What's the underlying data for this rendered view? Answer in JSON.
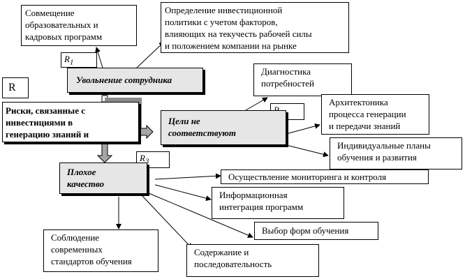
{
  "nodes": {
    "box_combination": "Совмещение\nобразовательных и\nкадровых программ",
    "box_investment_policy": "Определение инвестиционной\nполитики с учетом факторов,\nвлияющих на текучесть рабочей силы\nи положением компании на рынке",
    "node_dismissal": "Увольнение сотрудника",
    "box_diagnostics": "Диагностика\nпотребностей",
    "box_risks": "Риски, связанные с\nинвестициями в\nгенерацию знаний и",
    "node_goals": "Цели не\nсоответствуют",
    "box_architectonics": "Архитектоника\nпроцесса генерации\nи передачи знаний",
    "box_individual_plans": "Индивидуальные планы\nобучения и развития",
    "node_poor_quality": "Плохое\nкачество",
    "box_monitoring": "Осуществление мониторинга и контроля",
    "box_info_integration": "Информационная\nинтеграция программ",
    "box_forms": "Выбор форм обучения",
    "box_standards": "Соблюдение\nсовременных\nстандартов обучения",
    "box_content": "Содержание и\nпоследовательность"
  },
  "labels": {
    "r_main": "R",
    "r1_letter": "R",
    "r1_sub": "1",
    "r2_letter": "R",
    "r2_sub": "2",
    "r3_letter": "R",
    "r3_sub": "3"
  }
}
